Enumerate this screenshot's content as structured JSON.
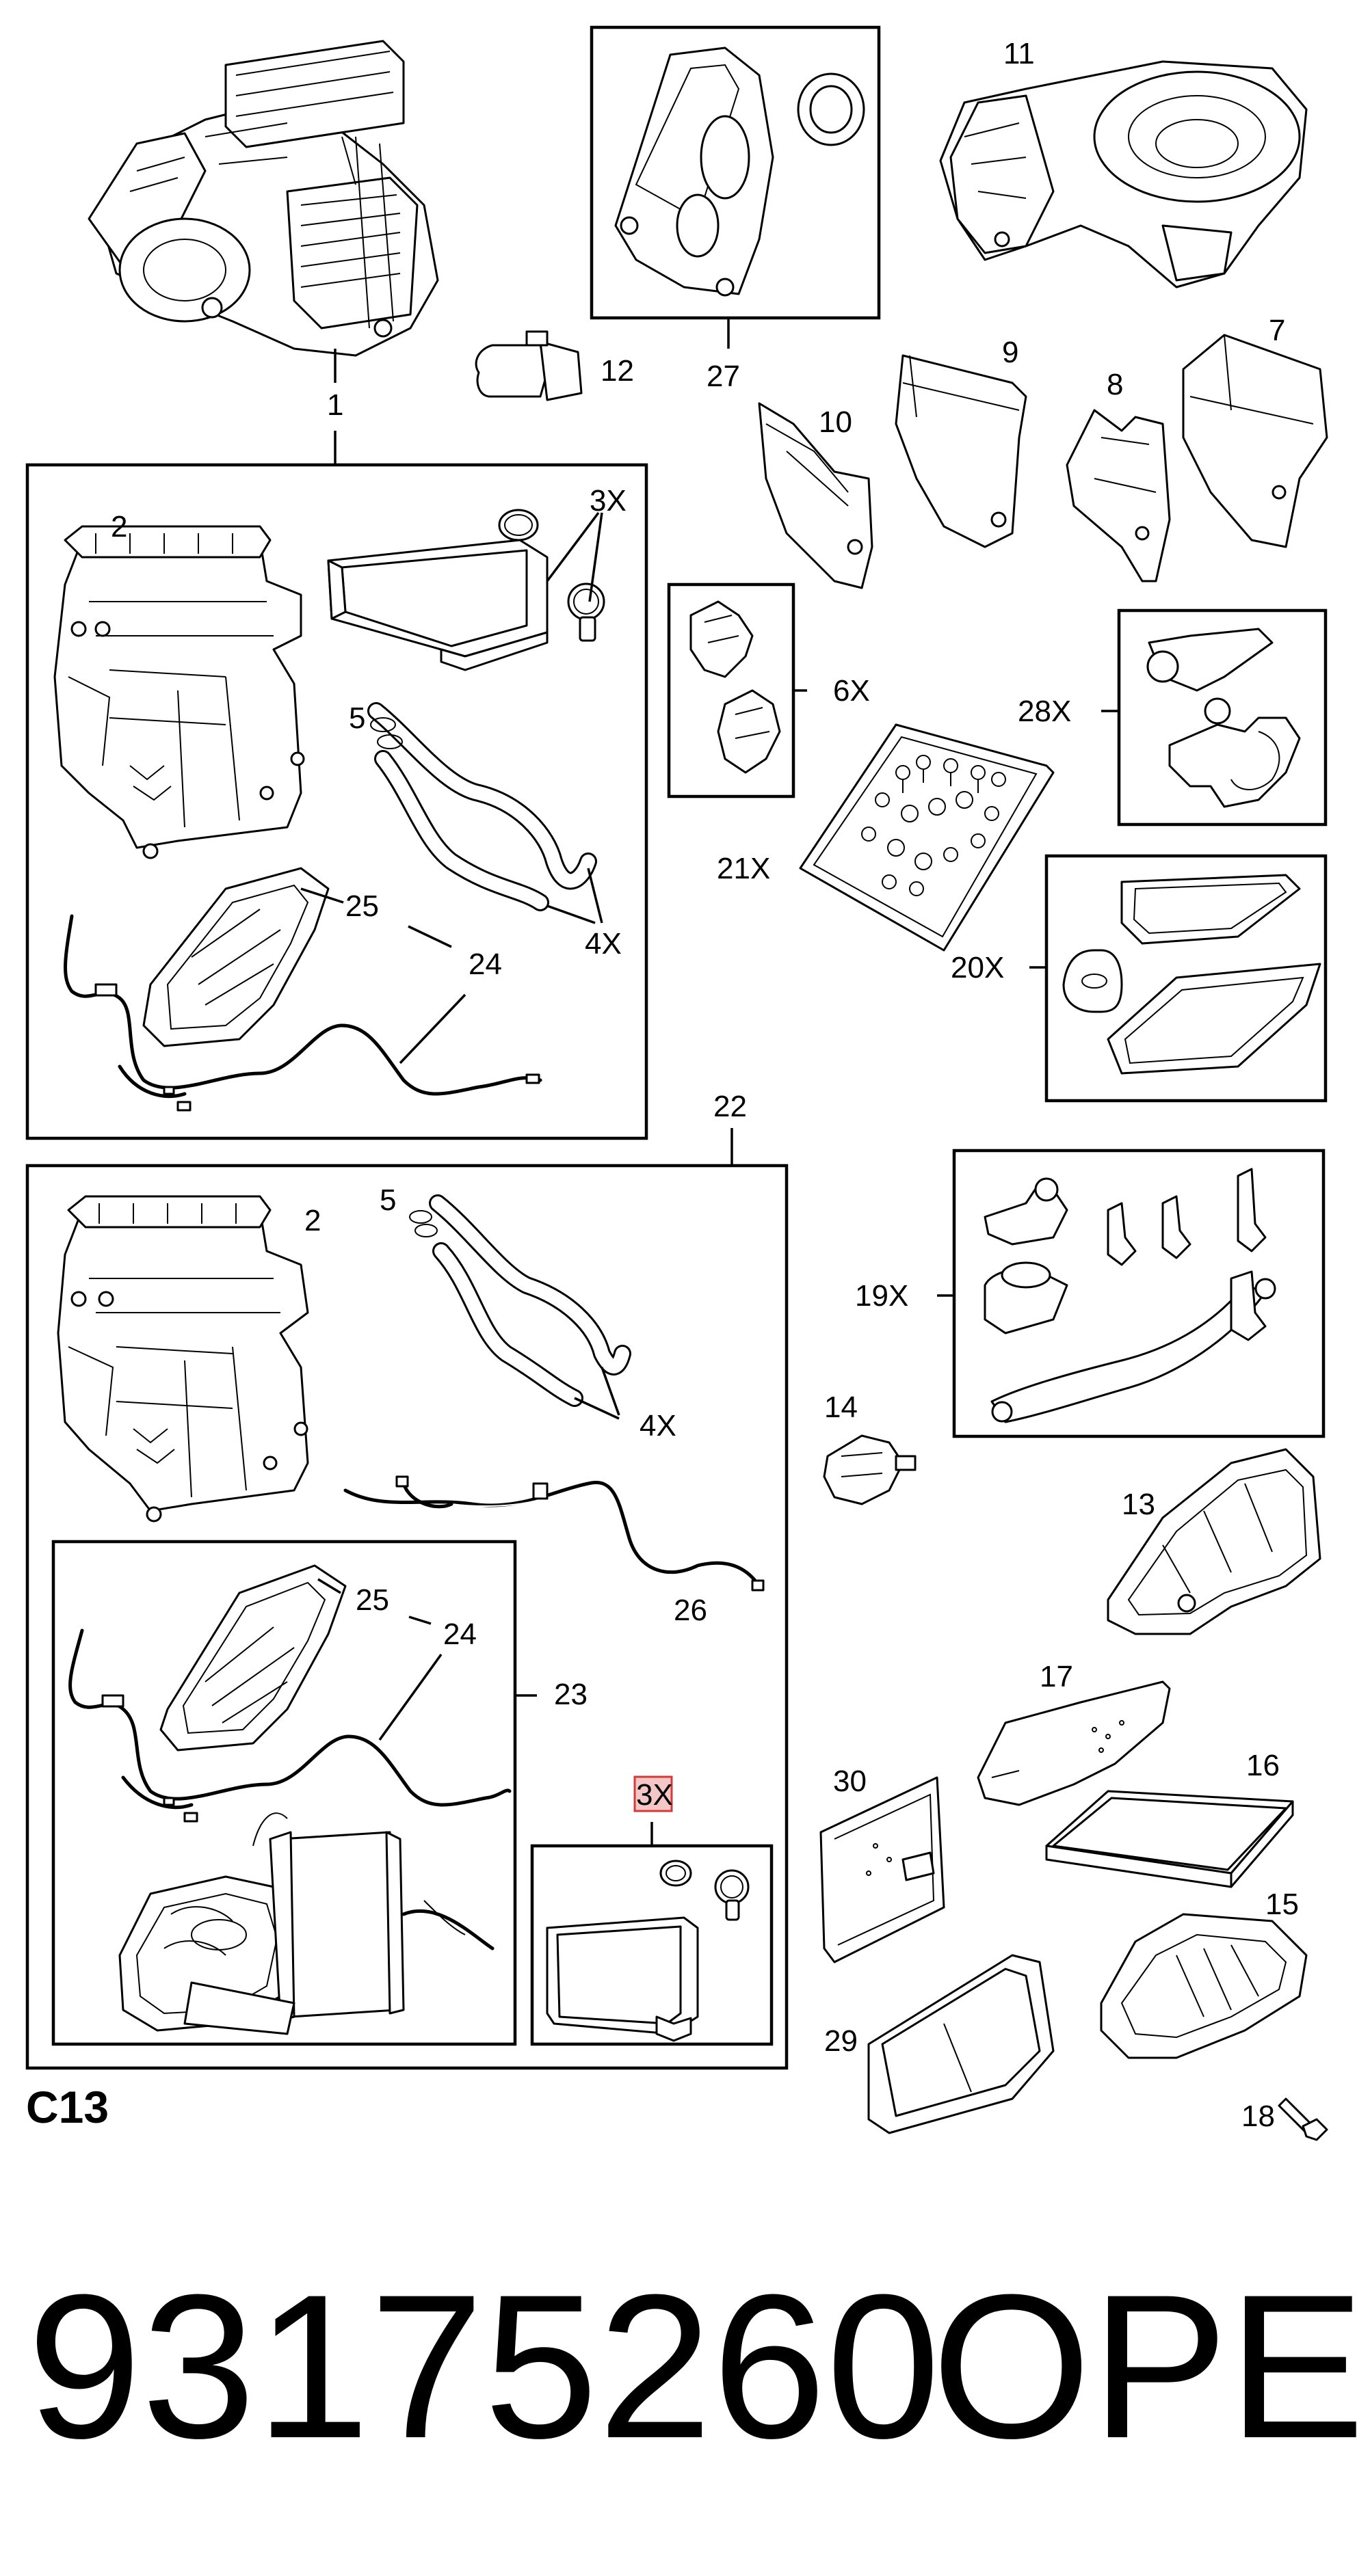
{
  "diagram": {
    "section_code": "C13",
    "part_number": "93175260",
    "brand": "OPEL",
    "highlighted_label": "3X",
    "callouts": {
      "c1": "1",
      "c2a": "2",
      "c2b": "2",
      "c3xa": "3X",
      "c3xb": "3X",
      "c4xa": "4X",
      "c4xb": "4X",
      "c5a": "5",
      "c5b": "5",
      "c6x": "6X",
      "c7": "7",
      "c8": "8",
      "c9": "9",
      "c10": "10",
      "c11": "11",
      "c12": "12",
      "c13": "13",
      "c14": "14",
      "c15": "15",
      "c16": "16",
      "c17": "17",
      "c18": "18",
      "c19x": "19X",
      "c20x": "20X",
      "c21x": "21X",
      "c22": "22",
      "c23": "23",
      "c24a": "24",
      "c24b": "24",
      "c25a": "25",
      "c25b": "25",
      "c26": "26",
      "c27": "27",
      "c28x": "28X",
      "c29": "29",
      "c30": "30"
    },
    "colors": {
      "line": "#000000",
      "highlight_fill": "#f4c6c6",
      "highlight_stroke": "#d33b3b"
    }
  }
}
